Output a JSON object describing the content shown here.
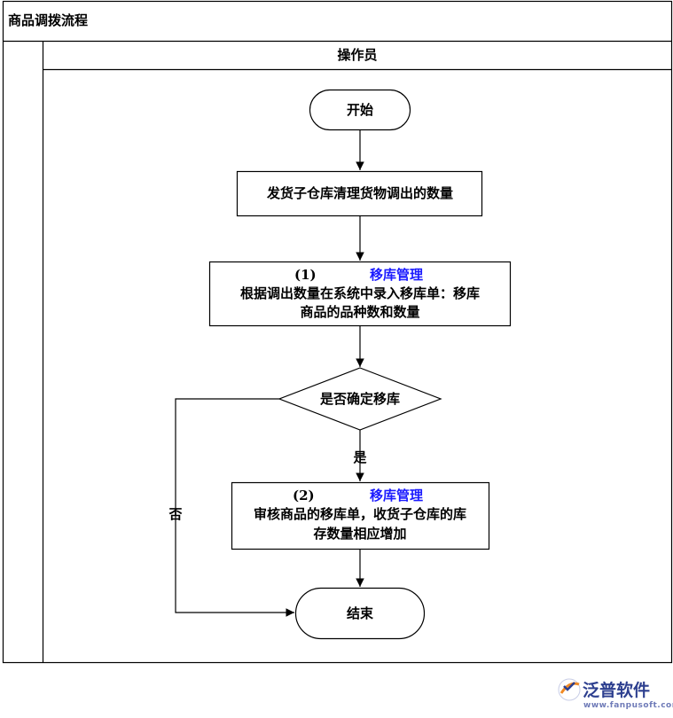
{
  "diagram": {
    "title": "商品调拨流程",
    "lane_header": "操作员",
    "nodes": {
      "start": "开始",
      "step1": "发货子仓库清理货物调出的数量",
      "step2_num": "(1)",
      "step2_link": "移库管理",
      "step2_line1": "根据调出数量在系统中录入移库单：移库",
      "step2_line2": "商品的品种数和数量",
      "decision": "是否确定移库",
      "yes_label": "是",
      "no_label": "否",
      "step3_num": "(2)",
      "step3_link": "移库管理",
      "step3_line1": "审核商品的移库单，收货子仓库的库",
      "step3_line2": "存数量相应增加",
      "end": "结束"
    }
  },
  "watermark": {
    "brand": "泛普软件",
    "url": "www.fanpusoft.com"
  },
  "colors": {
    "link": "#1a1aff",
    "line": "#000000",
    "brand": "#2d3f8f",
    "logo_orange": "#f08a24"
  }
}
